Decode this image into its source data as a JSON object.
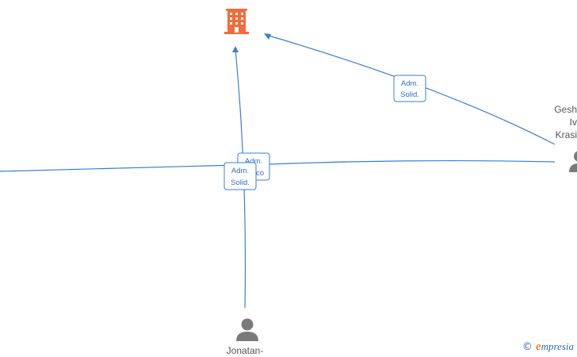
{
  "nodes": {
    "company": {
      "icon": "building-icon"
    },
    "person_right": {
      "lines": [
        "Gesh",
        "Iv",
        "Krasi"
      ],
      "icon": "person-icon"
    },
    "person_bottom": {
      "lines": [
        "Jonatan-"
      ],
      "icon": "person-icon"
    }
  },
  "edges": [
    {
      "id": "e1",
      "label": [
        "Adm.",
        "Solid."
      ]
    },
    {
      "id": "e2",
      "label": [
        "Adm.",
        "co"
      ]
    },
    {
      "id": "e3",
      "label": [
        "Adm.",
        "Solid."
      ]
    }
  ],
  "footer": {
    "copyright": "©",
    "brand_initial": "e",
    "brand_rest": "mpresia"
  },
  "colors": {
    "edge": "#3a7fd0",
    "company": "#f26b3a",
    "person": "#7a7a7a"
  }
}
